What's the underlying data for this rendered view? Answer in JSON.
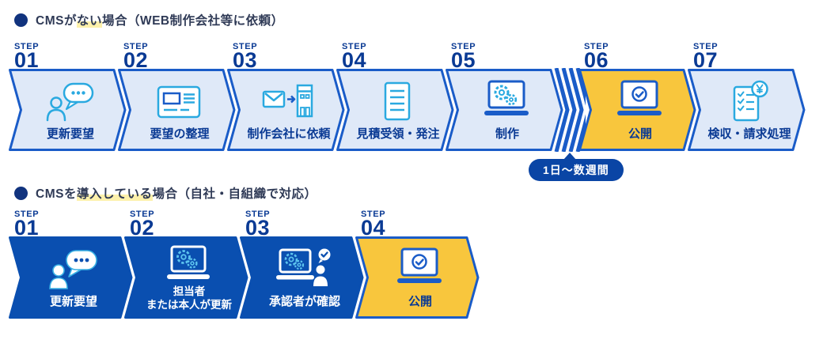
{
  "palette": {
    "navy_text": "#0a3a94",
    "border_blue": "#1a5cc8",
    "light_fill": "#dfe9f8",
    "solid_blue_fill": "#0a4fb0",
    "yellow_fill": "#f8c63d",
    "cyan_icon": "#2aa9e0",
    "badge_bg": "#0a45a5",
    "title_highlight": "#fdf1ab",
    "bullet": "#11337e"
  },
  "sections": [
    {
      "title": {
        "pre": "CMSが",
        "highlight": "ない",
        "post": "場合（WEB制作会社等に依頼）"
      },
      "badge": {
        "text": "1日〜数週間"
      },
      "steps": [
        {
          "step_word": "STEP",
          "step_number": "01",
          "label": "更新要望",
          "icon": "person-speech-icon",
          "variant": "light"
        },
        {
          "step_word": "STEP",
          "step_number": "02",
          "label": "要望の整理",
          "icon": "document-card-icon",
          "variant": "light"
        },
        {
          "step_word": "STEP",
          "step_number": "03",
          "label": "制作会社に依頼",
          "icon": "mail-to-building-icon",
          "variant": "light"
        },
        {
          "step_word": "STEP",
          "step_number": "04",
          "label": "見積受領・発注",
          "icon": "document-lines-icon",
          "variant": "light"
        },
        {
          "step_word": "STEP",
          "step_number": "05",
          "label": "制作",
          "icon": "laptop-gears-icon",
          "variant": "light"
        },
        {
          "step_word": "STEP",
          "step_number": "06",
          "label": "公開",
          "icon": "laptop-check-icon",
          "variant": "yellow"
        },
        {
          "step_word": "STEP",
          "step_number": "07",
          "label": "検収・請求処理",
          "icon": "invoice-yen-icon",
          "variant": "light"
        }
      ]
    },
    {
      "title": {
        "pre": "CMSを",
        "highlight": "導入している",
        "post": "場合（自社・自組織で対応）"
      },
      "steps": [
        {
          "step_word": "STEP",
          "step_number": "01",
          "label": "更新要望",
          "icon": "person-speech-solid-icon",
          "variant": "blue"
        },
        {
          "step_word": "STEP",
          "step_number": "02",
          "label": "担当者\nまたは本人が更新",
          "icon": "laptop-gears-white-icon",
          "variant": "blue"
        },
        {
          "step_word": "STEP",
          "step_number": "03",
          "label": "承認者が確認",
          "icon": "laptop-approver-check-icon",
          "variant": "blue"
        },
        {
          "step_word": "STEP",
          "step_number": "04",
          "label": "公開",
          "icon": "laptop-check-icon",
          "variant": "yellow"
        }
      ]
    }
  ]
}
